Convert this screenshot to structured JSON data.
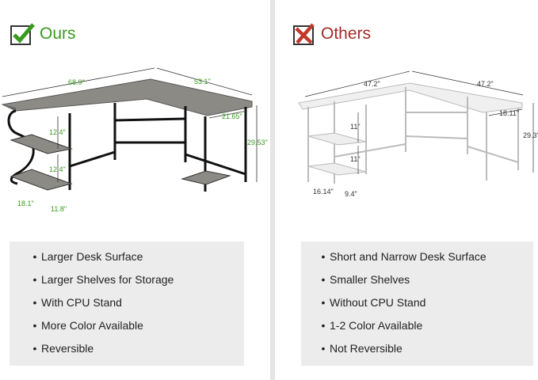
{
  "ours": {
    "title": "Ours",
    "color": "#3a9a1e",
    "icon": "checkbox-check-icon",
    "dims": {
      "length": "68.9\"",
      "width": "53.1\"",
      "depth": "21.65\"",
      "height": "29.53\"",
      "shelf_top": "12.4\"",
      "shelf_bottom": "12.4\"",
      "shelf_depth": "18.1\"",
      "shelf_width": "11.8\""
    },
    "features": [
      "Larger Desk Surface",
      "Larger Shelves for Storage",
      "With CPU Stand",
      "More Color Available",
      "Reversible"
    ]
  },
  "others": {
    "title": "Others",
    "color": "#a52a2a",
    "icon": "checkbox-x-icon",
    "dims": {
      "length": "47.2\"",
      "width": "47.2\"",
      "depth": "18.11\"",
      "height": "29.3\"",
      "shelf_top": "11\"",
      "shelf_bottom": "11\"",
      "shelf_depth": "16.14\"",
      "shelf_width": "9.4\""
    },
    "features": [
      "Short and Narrow Desk Surface",
      "Smaller Shelves",
      "Without CPU Stand",
      "1-2 Color Available",
      "Not Reversible"
    ]
  }
}
